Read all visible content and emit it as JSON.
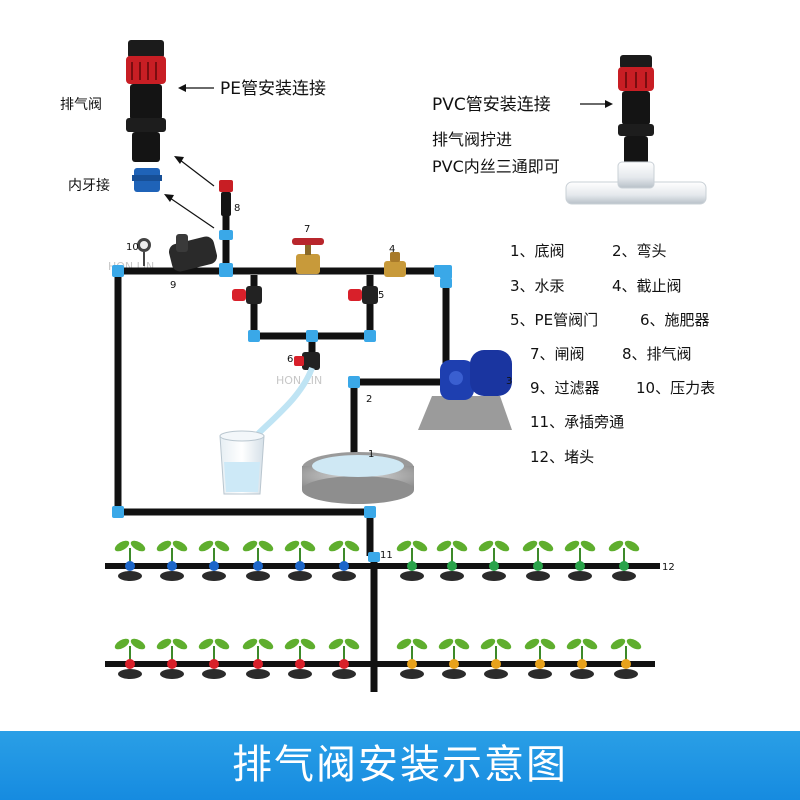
{
  "top_left": {
    "pe_label": "PE管安装连接",
    "air_valve_label": "排气阀",
    "inner_thread_label": "内牙接"
  },
  "top_right": {
    "pvc_label": "PVC管安装连接",
    "note_line1": "排气阀拧进",
    "note_line2": "PVC内丝三通即可"
  },
  "legend": [
    "1、底阀",
    "2、弯头",
    "3、水汞",
    "4、截止阀",
    "5、PE管阀门",
    "6、施肥器",
    "7、闸阀",
    "8、排气阀",
    "9、过滤器",
    "10、压力表",
    "11、承插旁通",
    "12、堵头"
  ],
  "markers": {
    "m1": "1",
    "m2": "2",
    "m3": "3",
    "m4": "4",
    "m5": "5",
    "m6": "6",
    "m7": "7",
    "m8": "8",
    "m9": "9",
    "m10": "10",
    "m11": "11",
    "m12": "12"
  },
  "watermark": "HON LIN",
  "banner_title": "排气阀安装示意图",
  "colors": {
    "pipe": "#111111",
    "connector": "#3aa8e8",
    "valve_red": "#d8202a",
    "brass": "#c89a3a",
    "pump_blue": "#1e3fb0",
    "banner": "#1e95e4"
  }
}
